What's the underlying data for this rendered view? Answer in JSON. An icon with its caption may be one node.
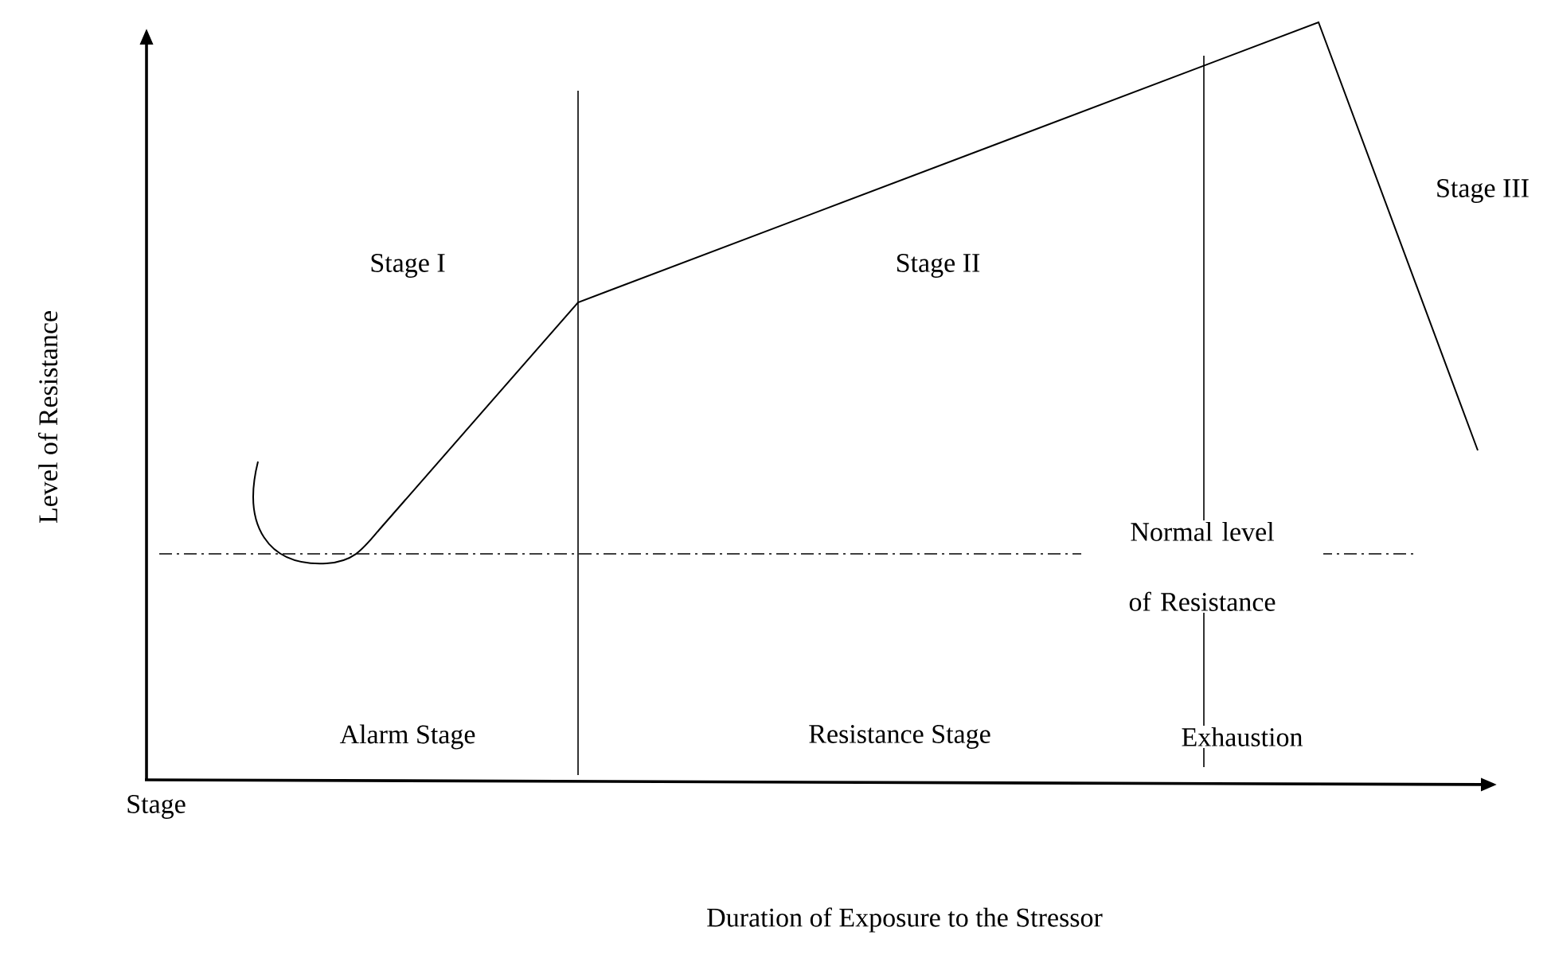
{
  "diagram": {
    "labels": [
      "Stage I",
      "Stage II",
      "Stage III",
      "Level of Resistance",
      "Normal level of Resistance",
      "Alarm Stage",
      "Resistance Stage",
      "Exhaustion",
      "Stage",
      "Duration of Exposure to the Stressor"
    ]
  }
}
